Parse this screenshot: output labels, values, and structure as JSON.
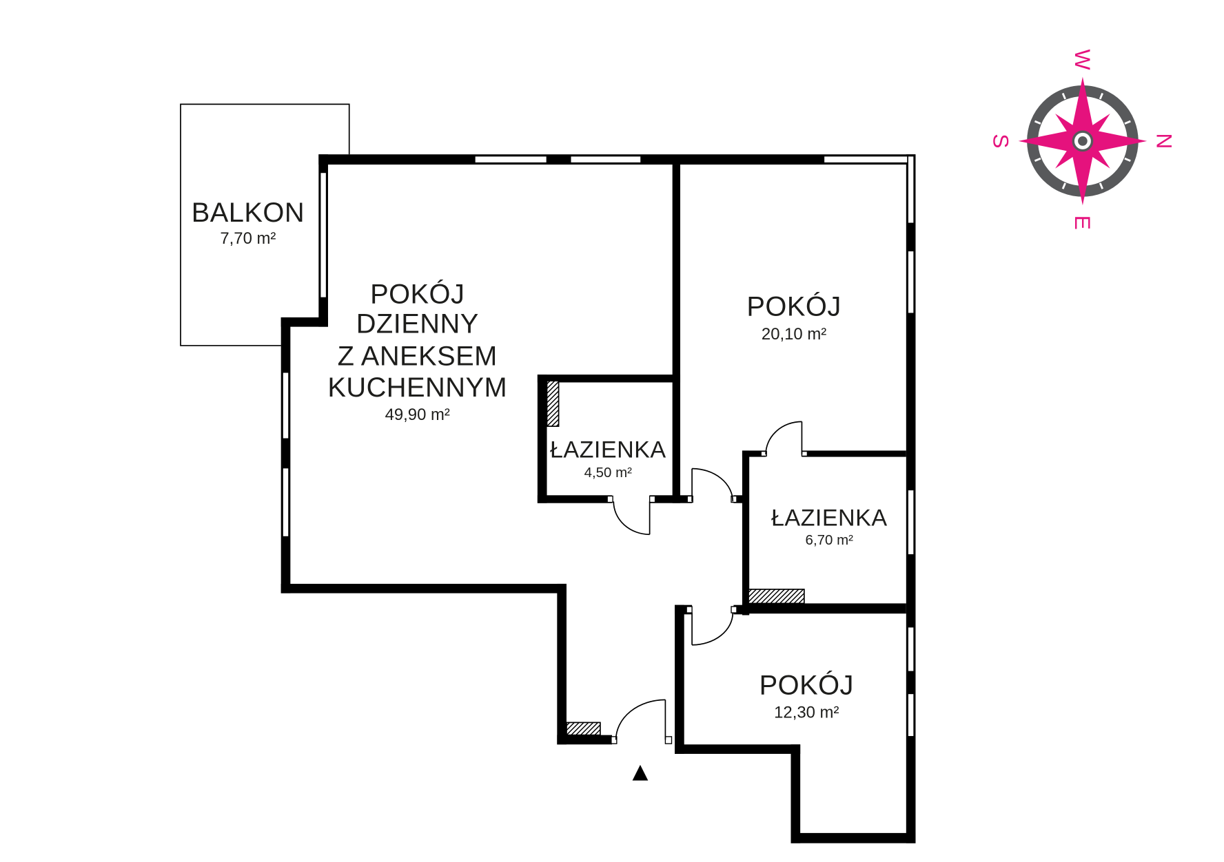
{
  "colors": {
    "wall": "#000000",
    "accent": "#E5127D",
    "compass_ring": "#58595B",
    "background": "#FFFFFF"
  },
  "rooms": [
    {
      "name_lines": [
        "BALKON"
      ],
      "area": "7,70 m²"
    },
    {
      "name_lines": [
        "POKÓJ",
        "DZIENNY",
        "Z ANEKSEM",
        "KUCHENNYM"
      ],
      "area": "49,90 m²"
    },
    {
      "name_lines": [
        "POKÓJ"
      ],
      "area": "20,10 m²"
    },
    {
      "name_lines": [
        "ŁAZIENKA"
      ],
      "area": "4,50 m²"
    },
    {
      "name_lines": [
        "ŁAZIENKA"
      ],
      "area": "6,70 m²"
    },
    {
      "name_lines": [
        "POKÓJ"
      ],
      "area": "12,30 m²"
    }
  ],
  "compass": {
    "icon": "compass-rose-icon",
    "north": "N",
    "east": "E",
    "south": "S",
    "west": "W"
  },
  "entrance": {
    "icon": "entrance-arrow-icon"
  }
}
